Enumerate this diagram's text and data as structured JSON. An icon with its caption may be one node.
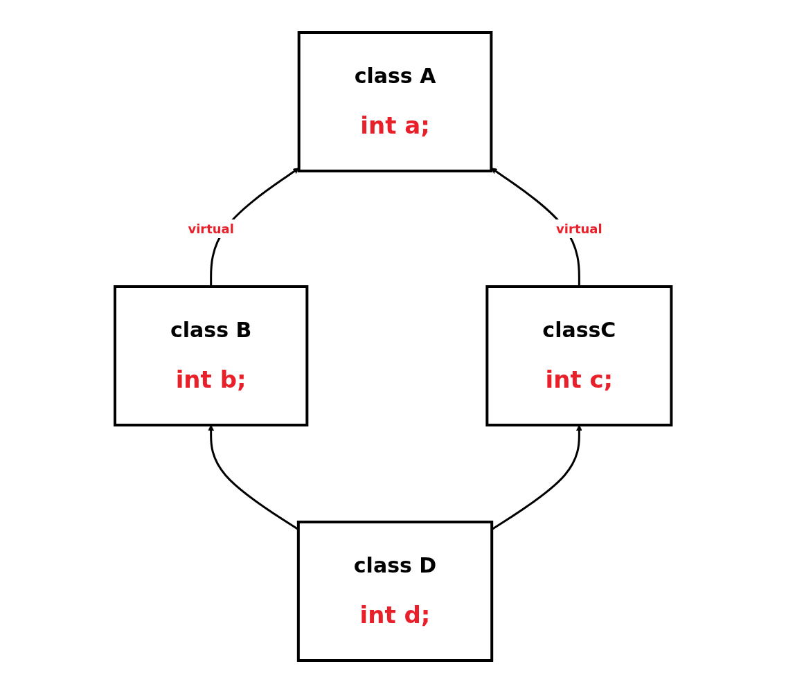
{
  "diagram": {
    "nodes": [
      {
        "text": [
          "class A",
          "int a;"
        ]
      },
      {
        "text": [
          "class B",
          "int b;"
        ]
      },
      {
        "text": [
          "classC",
          "int c;"
        ]
      },
      {
        "text": [
          "class D",
          "int d;"
        ]
      }
    ],
    "edges": [
      {
        "from": 1,
        "to": 0,
        "arrow": "to",
        "label": "virtual"
      },
      {
        "from": 2,
        "to": 0,
        "arrow": "to",
        "label": "virtual"
      },
      {
        "from": 3,
        "to": 1,
        "arrow": "to"
      },
      {
        "from": 3,
        "to": 2,
        "arrow": "to"
      }
    ]
  }
}
